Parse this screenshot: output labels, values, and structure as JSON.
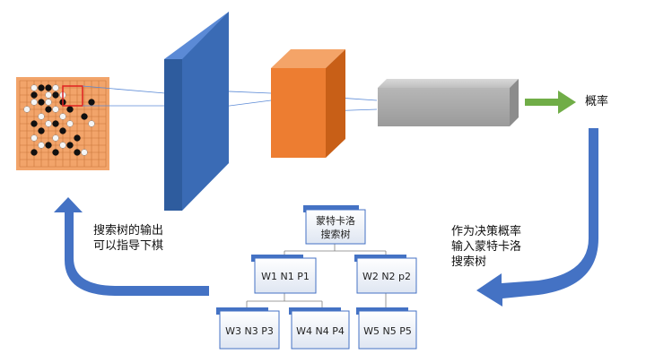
{
  "labels": {
    "probability": "概率",
    "mcts_output_line1": "搜索树的输出",
    "mcts_output_line2": "可以指导下棋",
    "policy_input_line1": "作为决策概率",
    "policy_input_line2": "输入蒙特卡洛",
    "policy_input_line3": "搜索树"
  },
  "tree": {
    "root_line1": "蒙特卡洛",
    "root_line2": "搜索树",
    "nodes": [
      "W1 N1 P1",
      "W2 N2 p2",
      "W3 N3 P3",
      "W4 N4 P4",
      "W5 N5 P5"
    ]
  },
  "board": {
    "black_stones": [
      [
        3,
        1
      ],
      [
        4,
        1
      ],
      [
        2,
        2
      ],
      [
        5,
        2
      ],
      [
        3,
        3
      ],
      [
        6,
        3
      ],
      [
        4,
        4
      ],
      [
        7,
        4
      ],
      [
        2,
        6
      ],
      [
        5,
        6
      ],
      [
        3,
        7
      ],
      [
        6,
        7
      ],
      [
        8,
        8
      ],
      [
        4,
        9
      ],
      [
        7,
        9
      ],
      [
        2,
        10
      ],
      [
        5,
        10
      ],
      [
        8,
        10
      ],
      [
        9,
        5
      ],
      [
        10,
        3
      ]
    ],
    "white_stones": [
      [
        2,
        1
      ],
      [
        5,
        1
      ],
      [
        4,
        2
      ],
      [
        6,
        2
      ],
      [
        2,
        3
      ],
      [
        4,
        3
      ],
      [
        5,
        4
      ],
      [
        3,
        5
      ],
      [
        6,
        5
      ],
      [
        4,
        6
      ],
      [
        7,
        6
      ],
      [
        2,
        8
      ],
      [
        5,
        8
      ],
      [
        3,
        9
      ],
      [
        6,
        9
      ],
      [
        9,
        10
      ],
      [
        10,
        6
      ],
      [
        1,
        4
      ]
    ]
  },
  "colors": {
    "conv_layer": "#2E5C9E",
    "hidden_layer": "#ED7D31",
    "output_layer": "#A6A6A6",
    "arrow_green": "#70AD47",
    "arrow_blue": "#4472C4",
    "board": "#F2A46A",
    "node_box_border": "#4472C4"
  },
  "icons": [
    "go-board-icon",
    "green-arrow-icon",
    "curved-arrow-icon"
  ]
}
